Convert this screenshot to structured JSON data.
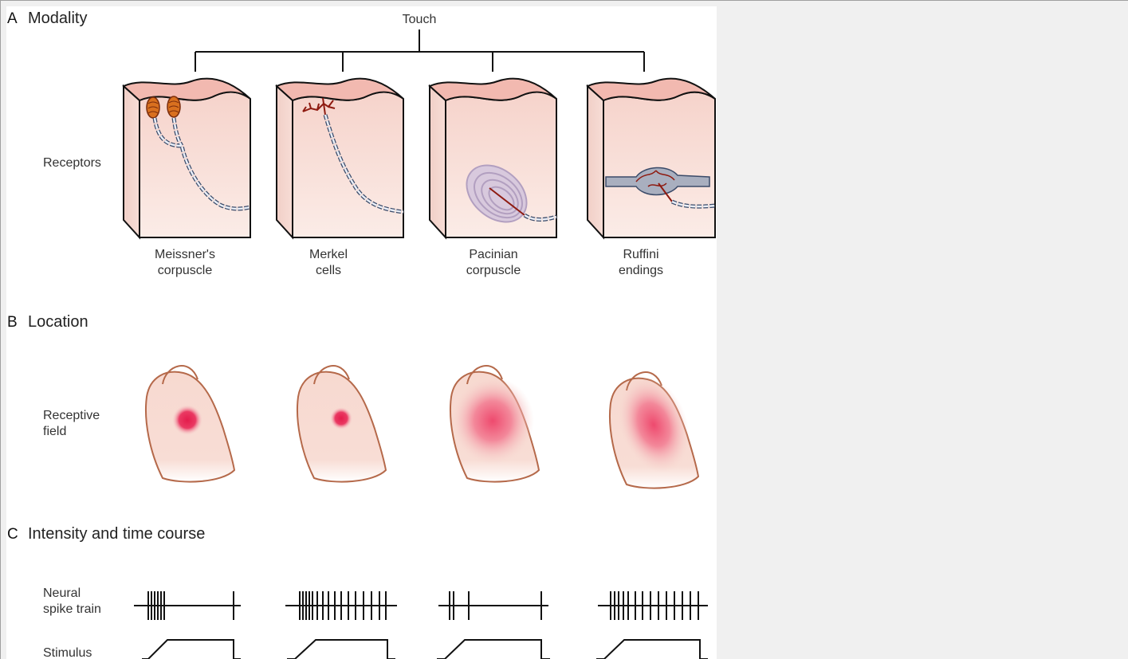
{
  "sections": {
    "A": {
      "letter": "A",
      "title": "Modality"
    },
    "B": {
      "letter": "B",
      "title": "Location"
    },
    "C": {
      "letter": "C",
      "title": "Intensity and time course"
    }
  },
  "touch_label": "Touch",
  "row_labels": {
    "receptors": "Receptors",
    "receptive_1": "Receptive",
    "receptive_2": "field",
    "spike_1": "Neural",
    "spike_2": "spike train",
    "stimulus": "Stimulus"
  },
  "receptors": [
    {
      "line1": "Meissner's",
      "line2": "corpuscle"
    },
    {
      "line1": "Merkel",
      "line2": "cells"
    },
    {
      "line1": "Pacinian",
      "line2": "corpuscle"
    },
    {
      "line1": "Ruffini",
      "line2": "endings"
    }
  ],
  "colors": {
    "skin_top": "#f3c7bd",
    "skin_body": "#f9e4de",
    "field_spot": "#e8204e",
    "finger_outline": "#b5694a",
    "nerve": "#8e1a10",
    "capsule": "#b9a6c4"
  }
}
